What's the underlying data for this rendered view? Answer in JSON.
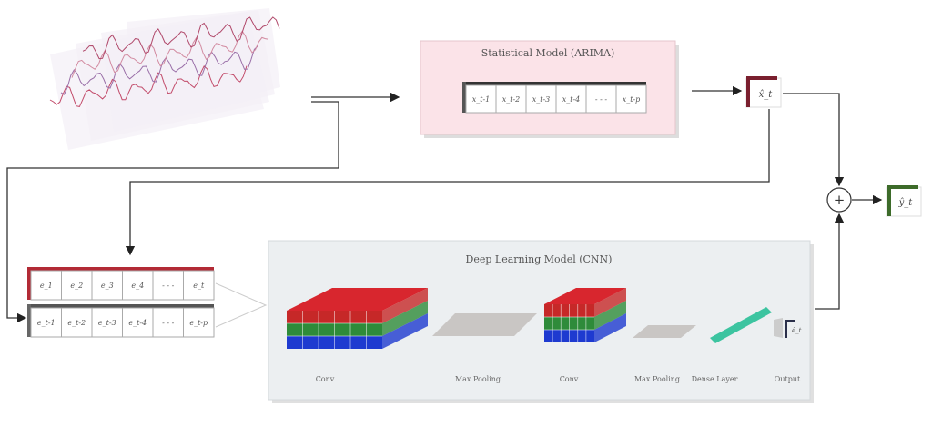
{
  "statistical_model": {
    "title": "Statistical Model (ARIMA)",
    "inputs": [
      "x_t-1",
      "x_t-2",
      "x_t-3",
      "x_t-4",
      "- - -",
      "x_t-p"
    ],
    "output": "x̂_t"
  },
  "deep_model": {
    "title": "Deep Learning Model (CNN)",
    "layers": [
      "Conv",
      "Max Pooling",
      "Conv",
      "Max Pooling",
      "Dense Layer",
      "Output"
    ],
    "output": "ê_t"
  },
  "residual_row": [
    "e_1",
    "e_2",
    "e_3",
    "e_4",
    "- - -",
    "e_t"
  ],
  "lag_row": [
    "e_t-1",
    "e_t-2",
    "e_t-3",
    "e_t-4",
    "- - -",
    "e_t-p"
  ],
  "combine_symbol": "+",
  "final_output": "ŷ_t",
  "colors": {
    "statistical_bg": "#fbe3e8",
    "deep_bg": "#eceff1",
    "red": "#c62828",
    "green": "#2e8b3a",
    "blue": "#1e3ad0",
    "dense": "#3cc4a0",
    "final": "#3d6b2a"
  }
}
